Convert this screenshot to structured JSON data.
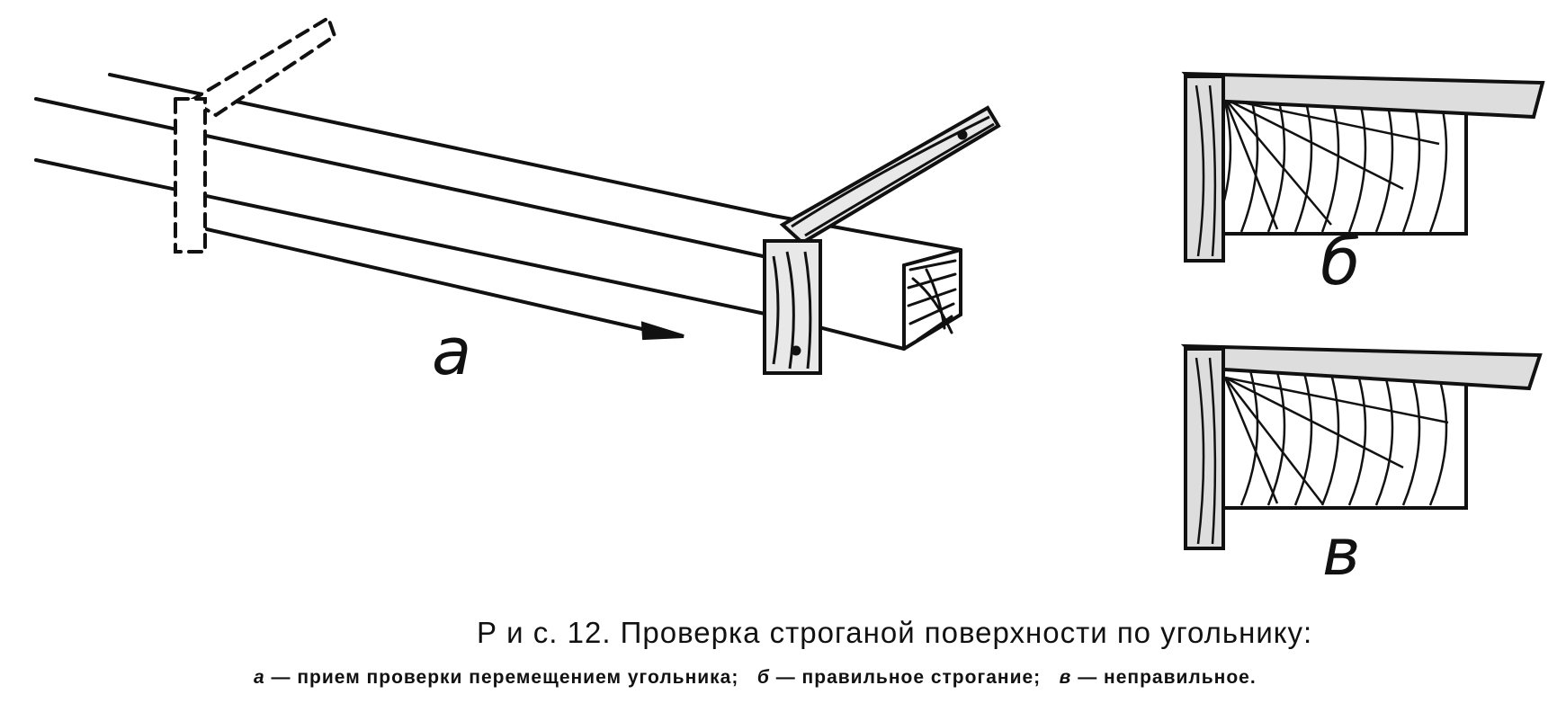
{
  "figure": {
    "labels": {
      "a": "а",
      "b": "б",
      "c": "в"
    },
    "caption": {
      "title": "Р и с. 12. Проверка строганой поверхности по угольнику:",
      "items": [
        {
          "key": "а",
          "text": "— прием проверки перемещением угольника;"
        },
        {
          "key": "б",
          "text": "— правильное строгание;"
        },
        {
          "key": "в",
          "text": "— неправильное."
        }
      ]
    }
  },
  "colors": {
    "ink": "#111111",
    "paper": "#ffffff"
  }
}
